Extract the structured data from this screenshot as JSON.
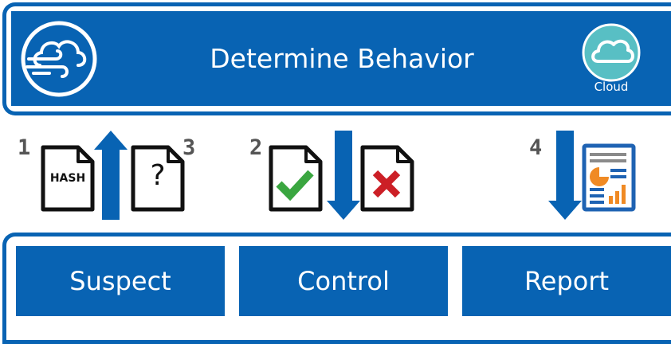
{
  "header": {
    "title": "Determine Behavior",
    "cloud_label": "Cloud"
  },
  "steps": [
    {
      "number": "1",
      "doc_label": "HASH"
    },
    {
      "number": "3",
      "doc_label": "?"
    },
    {
      "number": "2"
    },
    {
      "number": "4"
    }
  ],
  "boxes": [
    {
      "label": "Suspect"
    },
    {
      "label": "Control"
    },
    {
      "label": "Report"
    }
  ],
  "colors": {
    "primary_blue": "#0863b3",
    "cloud_teal": "#58bfc4",
    "check_green": "#3aa640",
    "x_red": "#cc1f26",
    "chart_orange": "#f08a24",
    "chart_blue": "#1f63b3"
  },
  "icons": [
    "wind-cloud-icon",
    "cloud-icon",
    "hash-document-icon",
    "question-document-icon",
    "check-document-icon",
    "x-document-icon",
    "report-document-icon",
    "up-arrow-icon",
    "down-arrow-icon"
  ]
}
